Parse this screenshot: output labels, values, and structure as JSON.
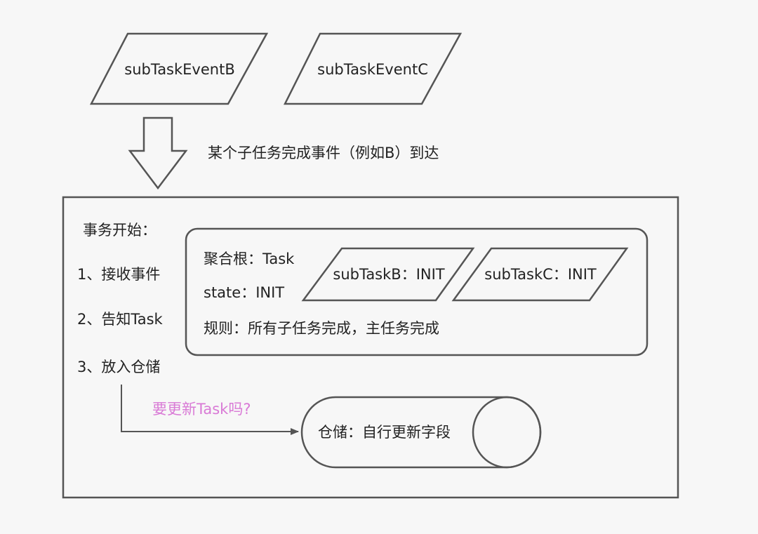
{
  "diagram": {
    "events": {
      "event_b": "subTaskEventB",
      "event_c": "subTaskEventC"
    },
    "arrow_caption": "某个子任务完成事件（例如B）到达",
    "transaction": {
      "title": "事务开始：",
      "steps": [
        "1、接收事件",
        "2、告知Task",
        "3、放入仓储"
      ]
    },
    "aggregate": {
      "root_label": "聚合根：Task",
      "state_label": "state：INIT",
      "rule_label": "规则：所有子任务完成，主任务完成",
      "subtask_b": "subTaskB：INIT",
      "subtask_c": "subTaskC：INIT"
    },
    "question": "要更新Task吗?",
    "storage_label": "仓储：自行更新字段",
    "colors": {
      "stroke": "#555555",
      "text": "#222222",
      "question": "#d97ad6",
      "background": "#f7f7f7"
    }
  }
}
